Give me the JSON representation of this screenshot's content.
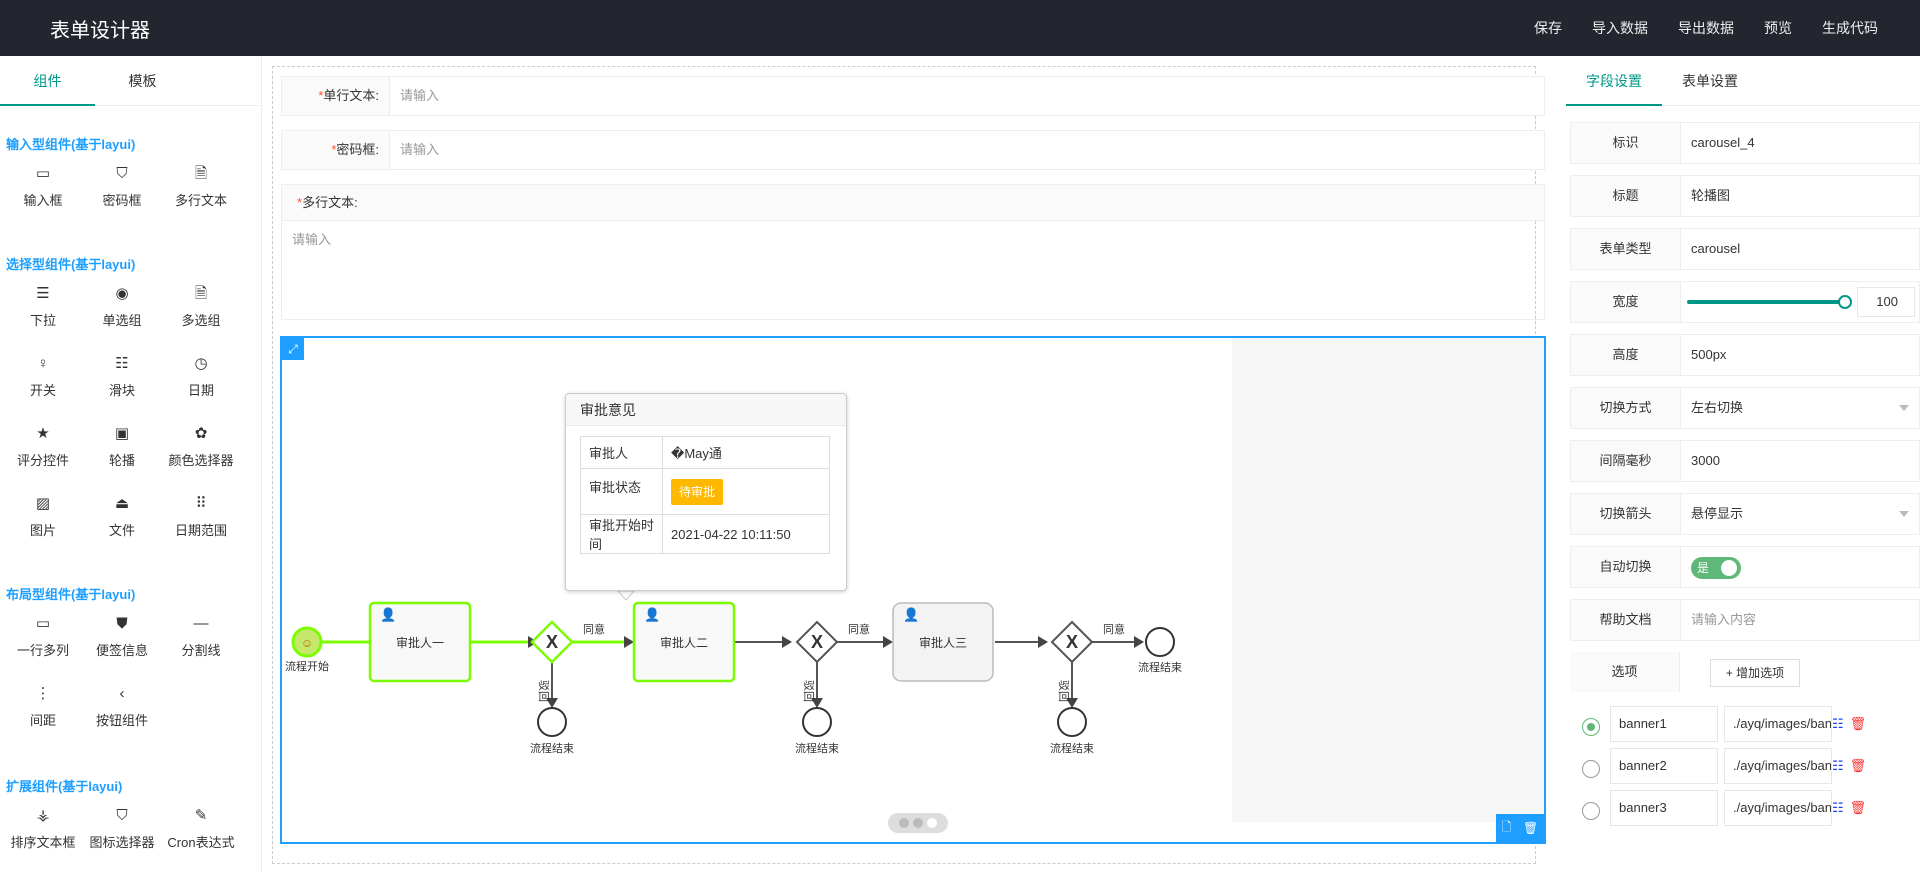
{
  "header": {
    "title": "表单设计器",
    "nav": [
      "保存",
      "导入数据",
      "导出数据",
      "预览",
      "生成代码"
    ]
  },
  "left": {
    "tabs": [
      "组件",
      "模板"
    ],
    "groups": [
      {
        "title": "输入型组件(基于layui)",
        "items": [
          {
            "label": "输入框",
            "icon": "input-icon"
          },
          {
            "label": "密码框",
            "icon": "shield-icon"
          },
          {
            "label": "多行文本",
            "icon": "document-icon"
          }
        ]
      },
      {
        "title": "选择型组件(基于layui)",
        "items": [
          {
            "label": "下拉",
            "icon": "lines-icon"
          },
          {
            "label": "单选组",
            "icon": "radio-icon"
          },
          {
            "label": "多选组",
            "icon": "document-icon"
          },
          {
            "label": "开关",
            "icon": "bulb-icon"
          },
          {
            "label": "滑块",
            "icon": "sliders-icon"
          },
          {
            "label": "日期",
            "icon": "clock-icon"
          },
          {
            "label": "评分控件",
            "icon": "star-icon"
          },
          {
            "label": "轮播",
            "icon": "image-icon"
          },
          {
            "label": "颜色选择器",
            "icon": "palette-icon"
          },
          {
            "label": "图片",
            "icon": "picture-icon"
          },
          {
            "label": "文件",
            "icon": "upload-icon"
          },
          {
            "label": "日期范围",
            "icon": "grid-icon"
          }
        ]
      },
      {
        "title": "布局型组件(基于layui)",
        "items": [
          {
            "label": "一行多列",
            "icon": "columns-icon"
          },
          {
            "label": "便签信息",
            "icon": "tag-icon"
          },
          {
            "label": "分割线",
            "icon": "divider-icon"
          },
          {
            "label": "间距",
            "icon": "spacing-icon"
          },
          {
            "label": "按钮组件",
            "icon": "chevron-icon"
          }
        ]
      },
      {
        "title": "扩展组件(基于layui)",
        "items": [
          {
            "label": "排序文本框",
            "icon": "sort-icon"
          },
          {
            "label": "图标选择器",
            "icon": "shield-icon"
          },
          {
            "label": "Cron表达式",
            "icon": "edit-icon"
          }
        ]
      }
    ]
  },
  "form": {
    "single_text": {
      "label": "单行文本:",
      "placeholder": "请输入"
    },
    "password": {
      "label": "密码框:",
      "placeholder": "请输入"
    },
    "textarea": {
      "label": "多行文本:",
      "placeholder": "请输入"
    },
    "required_mark": "*"
  },
  "carousel": {
    "popover": {
      "title": "审批意见",
      "rows": [
        {
          "key": "审批人",
          "value": "�May通"
        },
        {
          "key": "审批状态",
          "value": "待审批"
        },
        {
          "key": "审批开始时间",
          "value": "2021-04-22 10:11:50"
        }
      ]
    },
    "flow": {
      "start": "流程开始",
      "approver1": "审批人一",
      "approver2": "审批人二",
      "approver3": "审批人三",
      "agree": "同意",
      "reject": "驳回",
      "end": "流程结束"
    }
  },
  "right": {
    "tabs": [
      "字段设置",
      "表单设置"
    ],
    "props": {
      "id": {
        "label": "标识",
        "value": "carousel_4"
      },
      "title": {
        "label": "标题",
        "value": "轮播图"
      },
      "type": {
        "label": "表单类型",
        "value": "carousel"
      },
      "width": {
        "label": "宽度",
        "value": "100"
      },
      "height": {
        "label": "高度",
        "value": "500px"
      },
      "anim": {
        "label": "切换方式",
        "value": "左右切换"
      },
      "interval": {
        "label": "间隔毫秒",
        "value": "3000"
      },
      "arrow": {
        "label": "切换箭头",
        "value": "悬停显示"
      },
      "autoplay": {
        "label": "自动切换",
        "value": "是"
      },
      "help": {
        "label": "帮助文档",
        "placeholder": "请输入内容"
      },
      "options": {
        "label": "选项",
        "add": "+ 增加选项"
      }
    },
    "options": [
      {
        "name": "banner1",
        "url": "./ayq/images/banner1.jpg"
      },
      {
        "name": "banner2",
        "url": "./ayq/images/banner2.jpg"
      },
      {
        "name": "banner3",
        "url": "./ayq/images/banner3.jpg"
      }
    ]
  }
}
